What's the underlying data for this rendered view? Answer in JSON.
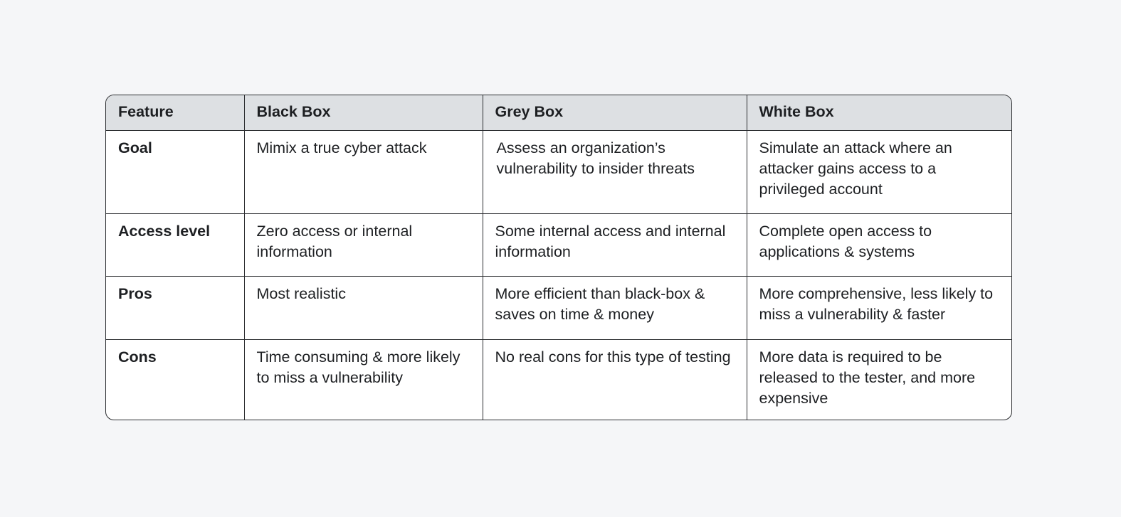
{
  "table": {
    "headers": [
      "Feature",
      "Black Box",
      "Grey Box",
      "White Box"
    ],
    "rows": [
      {
        "feature": "Goal",
        "black_box": "Mimix a true cyber attack",
        "grey_box": "Assess an organization’s vulnerability to insider threats",
        "white_box": "Simulate an attack where an attacker gains access to a privileged account"
      },
      {
        "feature": "Access level",
        "black_box": "Zero access or internal information",
        "grey_box": "Some internal access and internal information",
        "white_box": "Complete open access to applications & systems"
      },
      {
        "feature": "Pros",
        "black_box": "Most realistic",
        "grey_box": "More efficient than black-box & saves on time & money",
        "white_box": "More comprehensive, less likely to miss a vulnerability & faster"
      },
      {
        "feature": "Cons",
        "black_box": "Time consuming & more likely to miss a vulnerability",
        "grey_box": "No real cons for this type of testing",
        "white_box": "More data is required to be released to the tester, and more expensive"
      }
    ]
  }
}
